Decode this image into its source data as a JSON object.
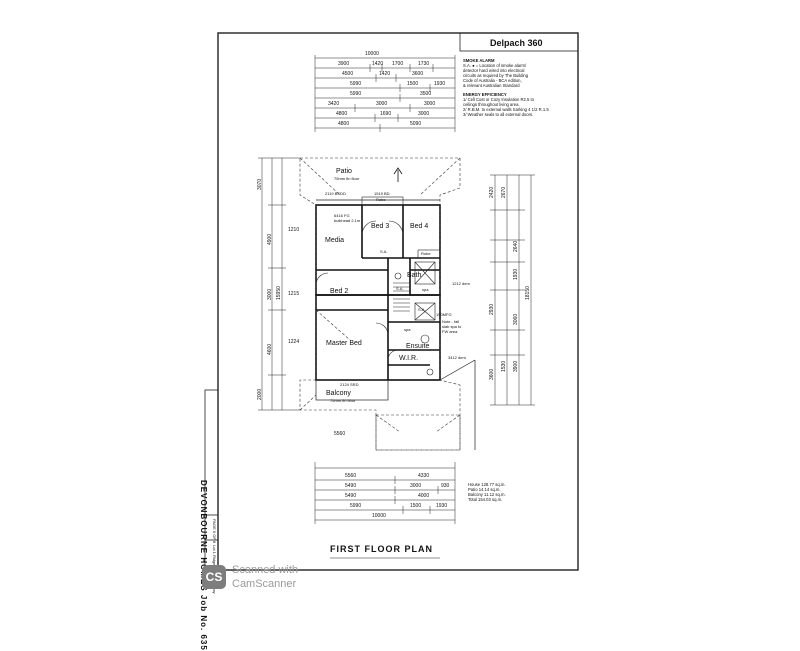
{
  "plan": {
    "model_name": "Delpach 360",
    "footer_title": "FIRST FLOOR PLAN",
    "builder_vertical": "DEVONBOURNE HOMES Job No. 635",
    "sheet_label": "PAGE 5 OF 8",
    "lot_label": "Lot 1 Ridge Street, Torquay"
  },
  "notes": {
    "smoke_heading": "SMOKE ALARM",
    "smoke_lines": [
      "S.A. ● = Location of smoke alarm/",
      "detector hard wired into electrical",
      "circuits as required by The Building",
      "Code of Australia - BCA edition,",
      "& relevant Australian Standard"
    ],
    "energy_heading": "ENERGY EFFICIENCY",
    "energy_lines": [
      "1/ Cell Cost or Cozy Insulation R2.5 to",
      "ceilings throughout living area.",
      "2/ R.B.M. to external walls Sarking 4 1/2 R.1.5",
      "3/ Weather seals to all external doors."
    ]
  },
  "rooms": {
    "patio": "Patio",
    "patio_sub": "75mm fin floor",
    "bed3": "Bed 3",
    "bed4": "Bed 4",
    "media": "Media",
    "bath": "Bath",
    "bed2": "Bed 2",
    "master": "Master Bed",
    "ensuite": "Ensuite",
    "wir": "W.I.R.",
    "balcony": "Balcony",
    "balcony_sub": "75mm fin floor",
    "robe": "Robe",
    "robe2": "Robe",
    "spa": "spa",
    "sa1": "S.A.",
    "sa2": "S.A.",
    "sa3": "S.A.",
    "opening1": "2119 BSDD",
    "opening2": "1519 BD",
    "bulkhead": "6416 FG",
    "bulkhead_sub": "bulkhead 2.1m",
    "note_fall": "Note - fall",
    "note_fall_sub": "slab spa to",
    "note_fall_sub2": "FW area",
    "opening3": "2124 SRD",
    "mfg": "150MFG",
    "dim_stair": "1212 dem",
    "dim_ens": "3412 dem"
  },
  "dims_top": {
    "r1": [
      "10000"
    ],
    "r2": [
      "3900",
      "1420",
      "1700",
      "1730"
    ],
    "r3": [
      "4500",
      "1420",
      "3600"
    ],
    "r4": [
      "5990",
      "1500",
      "1930"
    ],
    "r5": [
      "5990",
      "3500"
    ],
    "r6": [
      "3420",
      "3000",
      "3000"
    ],
    "r7": [
      "4800",
      "1690",
      "3000"
    ],
    "r8": [
      "4800",
      "5090"
    ]
  },
  "dims_bottom": {
    "b0": "5560",
    "r1": [
      "5560",
      "4330"
    ],
    "r2": [
      "5490",
      "3000",
      "930"
    ],
    "r3": [
      "5490",
      "4000"
    ],
    "r4": [
      "5990",
      "1500",
      "1930"
    ],
    "r5": [
      "10000"
    ]
  },
  "dims_left": [
    "3070",
    "4900",
    "3000",
    "4600",
    "2000",
    "15950"
  ],
  "dims_left2": [
    "1210",
    "1215",
    "1224"
  ],
  "dims_right": [
    "2420",
    "2670",
    "2640",
    "1930",
    "2930",
    "3060",
    "3600",
    "1530",
    "3900",
    "18150"
  ],
  "areas": [
    "House 128.77 sq.m.",
    "Patio 14.14 sq.m.",
    "Balcony 11.12 sq.m.",
    "Total 154.03 sq.m."
  ],
  "scanner": {
    "logo_text": "CS",
    "line1": "Scanned with",
    "line2": "CamScanner"
  }
}
